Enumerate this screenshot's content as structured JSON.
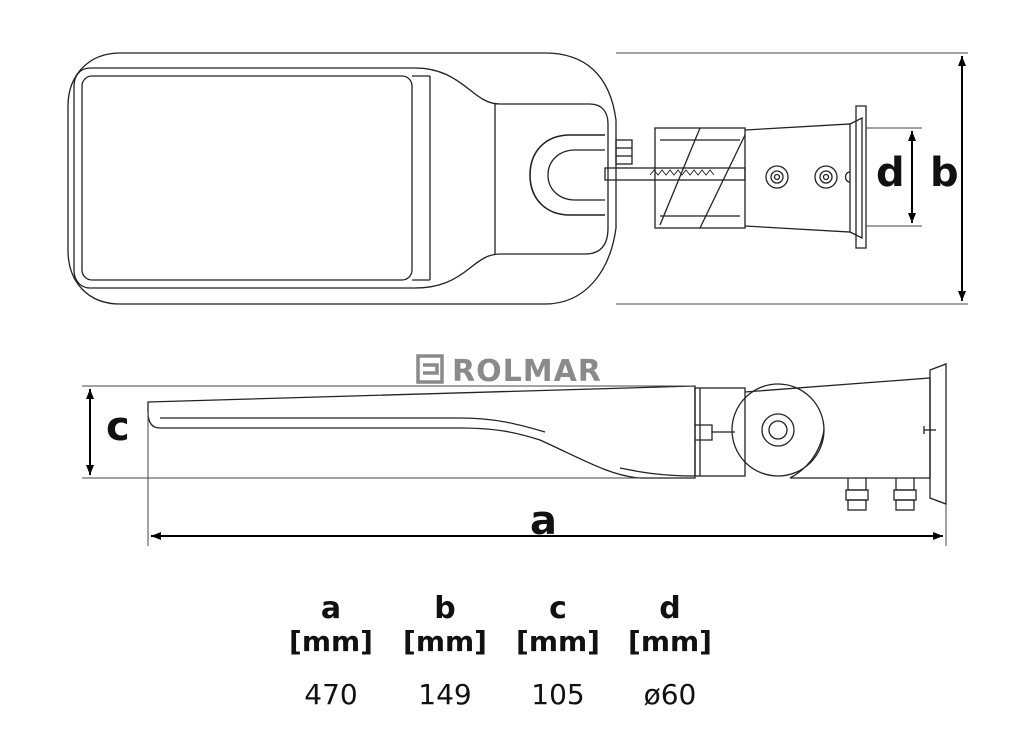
{
  "brand": {
    "name": "ROLMAR"
  },
  "dimension_labels": {
    "a": "a",
    "b": "b",
    "c": "c",
    "d": "d"
  },
  "table": {
    "columns": [
      {
        "key": "a",
        "unit": "[mm]",
        "value": "470"
      },
      {
        "key": "b",
        "unit": "[mm]",
        "value": "149"
      },
      {
        "key": "c",
        "unit": "[mm]",
        "value": "105"
      },
      {
        "key": "d",
        "unit": "[mm]",
        "value": "ø60"
      }
    ]
  }
}
